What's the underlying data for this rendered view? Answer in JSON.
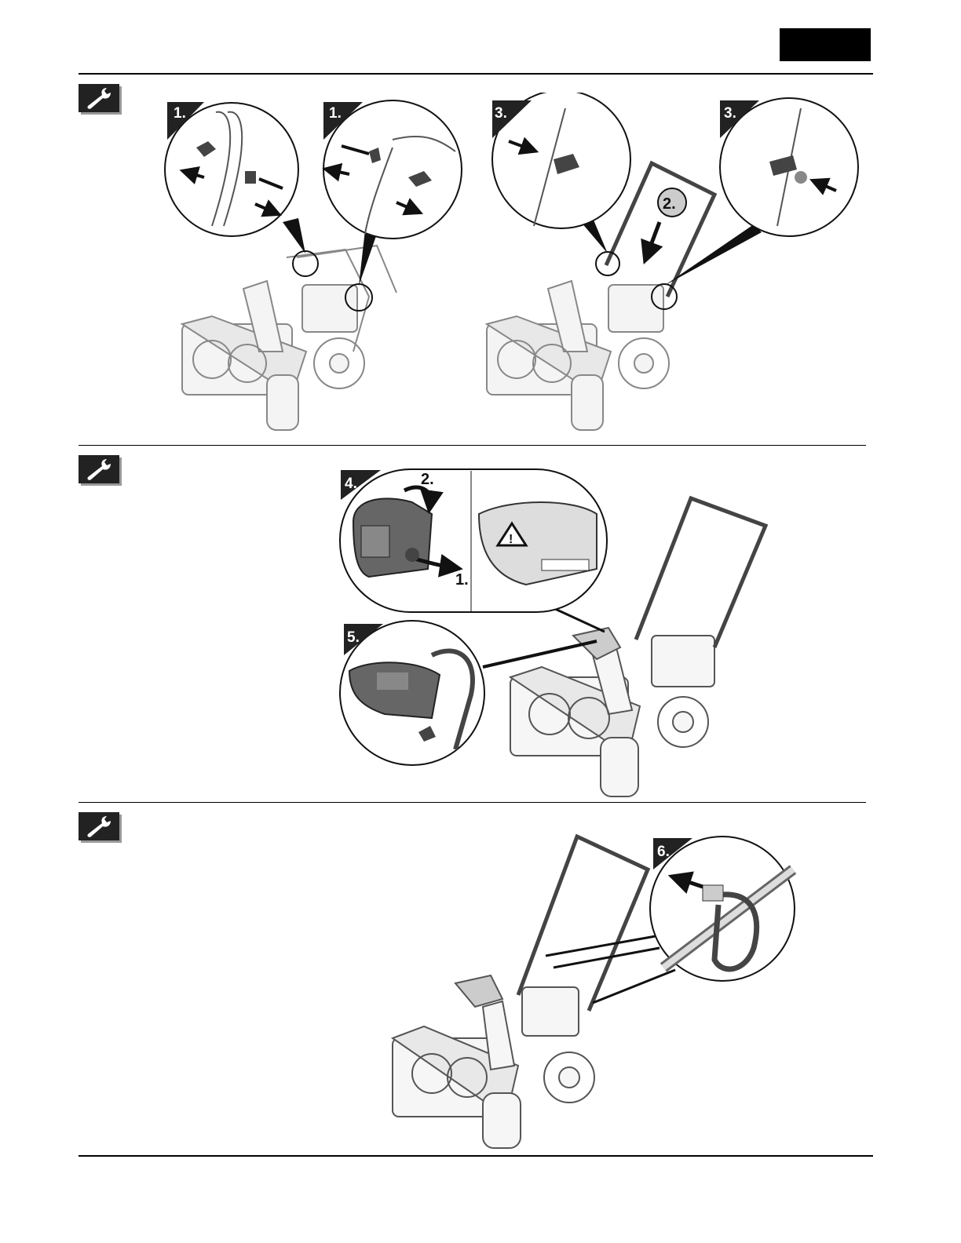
{
  "header": {
    "language_block_color": "#000000"
  },
  "sections": [
    {
      "id": "handle-assembly",
      "icon": "wrench-icon",
      "callouts": [
        {
          "label": "1."
        },
        {
          "label": "1."
        },
        {
          "label": "2."
        },
        {
          "label": "3."
        },
        {
          "label": "3."
        }
      ]
    },
    {
      "id": "chute-assembly",
      "icon": "wrench-icon",
      "callouts": [
        {
          "label": "4."
        },
        {
          "label": "2."
        },
        {
          "label": "1."
        },
        {
          "label": "5."
        }
      ]
    },
    {
      "id": "cable-tie",
      "icon": "wrench-icon",
      "callouts": [
        {
          "label": "6."
        }
      ]
    }
  ]
}
